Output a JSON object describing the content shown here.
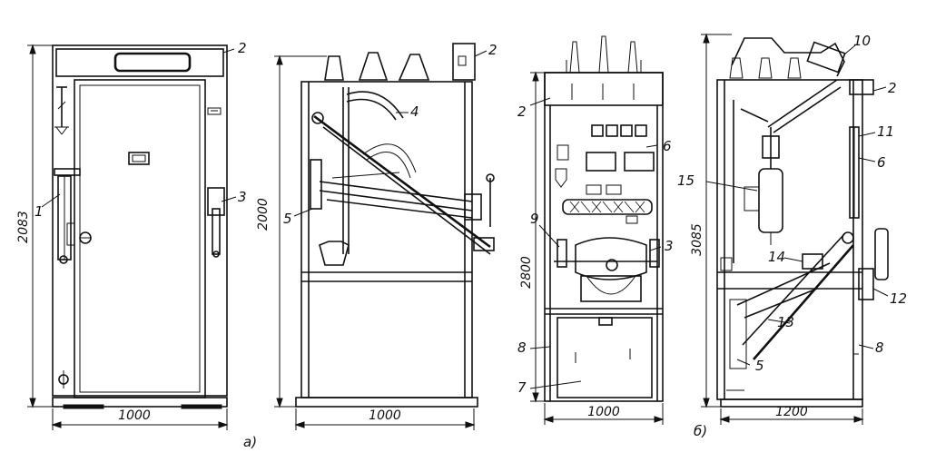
{
  "figure": {
    "view_a_label": "а)",
    "view_b_label": "б)"
  },
  "dimensions": {
    "fig1_width": "1000",
    "fig1_height": "2083",
    "fig2_width": "1000",
    "fig2_height": "2000",
    "fig3_width": "1000",
    "fig3_height": "2800",
    "fig4_width": "1200",
    "fig4_height": "3085"
  },
  "callouts": {
    "fig1": [
      "1",
      "2",
      "3"
    ],
    "fig2": [
      "2",
      "4",
      "5"
    ],
    "fig3": [
      "2",
      "6",
      "9",
      "3",
      "8",
      "7"
    ],
    "fig4": [
      "10",
      "2",
      "11",
      "6",
      "15",
      "14",
      "12",
      "13",
      "5",
      "8"
    ]
  },
  "colors": {
    "ink": "#111111",
    "paper": "#ffffff"
  }
}
